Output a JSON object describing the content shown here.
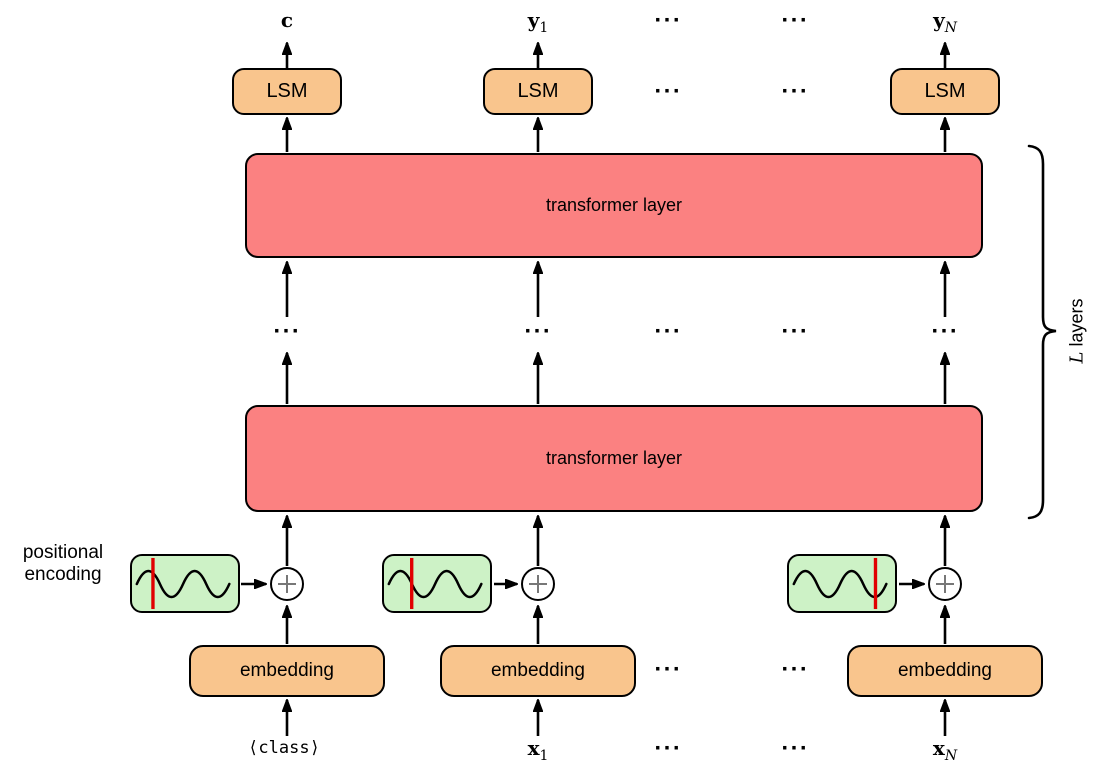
{
  "colors": {
    "box-orange": "#f9c58d",
    "box-red": "#fb8181",
    "box-green": "#cdf2c6",
    "brace-blue": "#1f1fd0",
    "marker-red": "#e10000",
    "plus-gray": "#777777"
  },
  "ellipsis": "···",
  "outputs": {
    "class_output": {
      "main": "c"
    },
    "y1": {
      "main": "y",
      "sub": "1"
    },
    "yN": {
      "main": "y",
      "sub": "N"
    }
  },
  "lsm": {
    "label": "LSM"
  },
  "transformer": {
    "label": "transformer layer"
  },
  "brace": {
    "math": "L",
    "rest": "layers"
  },
  "positional_encoding": {
    "line1": "positional",
    "line2": "encoding",
    "markers": [
      {
        "x": 20
      },
      {
        "x": 27
      },
      {
        "x": 88
      }
    ]
  },
  "embedding": {
    "label": "embedding"
  },
  "inputs": {
    "class_token": "⟨class⟩",
    "x1": {
      "main": "x",
      "sub": "1"
    },
    "xN": {
      "main": "x",
      "sub": "N"
    }
  }
}
